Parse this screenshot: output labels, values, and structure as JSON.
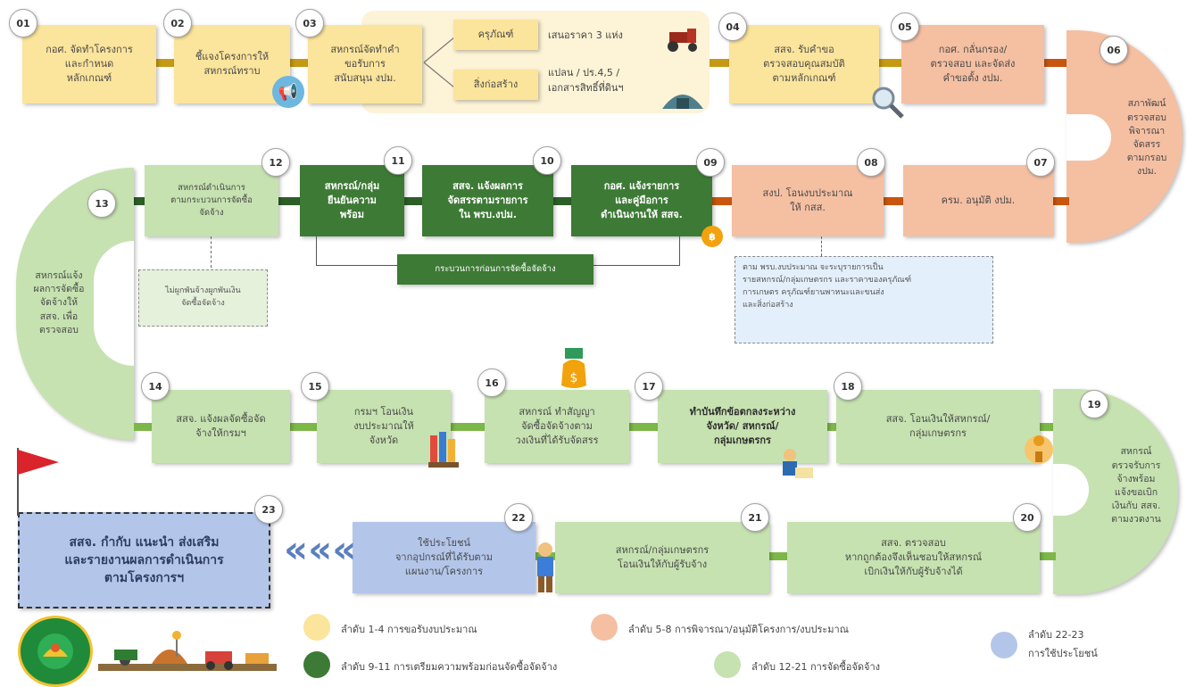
{
  "steps": {
    "s01": {
      "num": "01",
      "text": "กอศ. จัดทำโครงการ\nและกำหนด\nหลักเกณฑ์"
    },
    "s02": {
      "num": "02",
      "text": "ชี้แจงโครงการให้\nสหกรณ์ทราบ"
    },
    "s03": {
      "num": "03",
      "text": "สหกรณ์จัดทำคำ\nขอรับการ\nสนับสนุน งปม."
    },
    "s03a": {
      "text": "ครุภัณฑ์"
    },
    "s03a_note": {
      "text": "เสนอราคา 3 แห่ง"
    },
    "s03b": {
      "text": "สิ่งก่อสร้าง"
    },
    "s03b_note": {
      "text": "แปลน / ปร.4,5 /\nเอกสารสิทธิ์ที่ดินฯ"
    },
    "s04": {
      "num": "04",
      "text": "สสจ. รับคำขอ\nตรวจสอบคุณสมบัติ\nตามหลักเกณฑ์"
    },
    "s05": {
      "num": "05",
      "text": "กอศ. กลั่นกรอง/\nตรวจสอบ และจัดส่ง\nคำขอตั้ง งปม."
    },
    "s06": {
      "num": "06",
      "text": "สภาพัฒน์\nตรวจสอบ\nพิจารณา\nจัดสรร\nตามกรอบ\nงปม."
    },
    "s07": {
      "num": "07",
      "text": "ครม. อนุมัติ งปม."
    },
    "s08": {
      "num": "08",
      "text": "สงป. โอนงบประมาณ\nให้ กสส."
    },
    "s09": {
      "num": "09",
      "text": "กอศ. แจ้งรายการ\nและคู่มือการ\nดำเนินงานให้ สสจ."
    },
    "s10": {
      "num": "10",
      "text": "สสจ. แจ้งผลการ\nจัดสรรตามรายการ\nใน พรบ.งปม."
    },
    "s11": {
      "num": "11",
      "text": "สหกรณ์/กลุ่ม\nยืนยันความ\nพร้อม"
    },
    "s12": {
      "num": "12",
      "text": "สหกรณ์ดำเนินการ\nตามกระบวนการจัดซื้อ\nจัดจ้าง"
    },
    "s13": {
      "num": "13",
      "text": "สหกรณ์แจ้ง\nผลการจัดซื้อ\nจัดจ้างให้\nสสจ. เพื่อ\nตรวจสอบ"
    },
    "s14": {
      "num": "14",
      "text": "สสจ. แจ้งผลจัดซื้อจัด\nจ้างให้กรมฯ"
    },
    "s15": {
      "num": "15",
      "text": "กรมฯ โอนเงิน\nงบประมาณให้\nจังหวัด"
    },
    "s16": {
      "num": "16",
      "text": "สหกรณ์ ทำสัญญา\nจัดซื้อจัดจ้างตาม\nวงเงินที่ได้รับจัดสรร"
    },
    "s17": {
      "num": "17",
      "text": "ทำบันทึกข้อตกลงระหว่าง\nจังหวัด/ สหกรณ์/\nกลุ่มเกษตรกร"
    },
    "s18": {
      "num": "18",
      "text": "สสจ. โอนเงินให้สหกรณ์/\nกลุ่มเกษตรกร"
    },
    "s19": {
      "num": "19",
      "text": "สหกรณ์\nตรวจรับการ\nจ้างพร้อม\nแจ้งขอเบิก\nเงินกับ สสจ.\nตามงวดงาน"
    },
    "s20": {
      "num": "20",
      "text": "สสจ. ตรวจสอบ\nหากถูกต้องจึงเห็นชอบให้สหกรณ์\nเบิกเงินให้กับผู้รับจ้างได้"
    },
    "s21": {
      "num": "21",
      "text": "สหกรณ์/กลุ่มเกษตรกร\nโอนเงินให้กับผู้รับจ้าง"
    },
    "s22": {
      "num": "22",
      "text": "ใช้ประโยชน์\nจากอุปกรณ์ที่ได้รับตาม\nแผนงาน/โครงการ"
    },
    "s23": {
      "num": "23",
      "text": "สสจ. กำกับ  แนะนำ  ส่งเสริม\nและรายงานผลการดำเนินการ\nตามโครงการฯ"
    }
  },
  "notes": {
    "n12": "ไม่ผูกพันจ้างผูกพันเงิน\nจัดซื้อจัดจ้าง",
    "n08": "ตาม พรบ.งบประมาณ จะระบุรายการเป็น\nรายสหกรณ์/กลุ่มเกษตรกร และราคาของครุภัณฑ์\nการเกษตร ครุภัณฑ์ยานพาหนะและขนส่ง\nและสิ่งก่อสร้าง",
    "bracket": "กระบวนการก่อนการจัดซื้อจัดจ้าง"
  },
  "arrows": {
    "chevrons": "«««"
  },
  "legend": [
    {
      "color": "#fbe49b",
      "text": "ลำดับ 1-4 การขอรับงบประมาณ"
    },
    {
      "color": "#f5bfa2",
      "text": "ลำดับ 5-8 การพิจารณา/อนุมัติโครงการ/งบประมาณ"
    },
    {
      "color": "#b3c6ea",
      "text": "ลำดับ 22-23\nการใช้ประโยชน์"
    },
    {
      "color": "#3d7a35",
      "text": "ลำดับ 9-11 การเตรียมความพร้อมก่อนจัดซื้อจัดจ้าง"
    },
    {
      "color": "#c6e2b0",
      "text": "ลำดับ 12-21 การจัดซื้อจัดจ้าง"
    }
  ],
  "colors": {
    "yellow": "#fbe49b",
    "orange": "#f5bfa2",
    "green": "#c6e2b0",
    "dark_green": "#3d7a35",
    "blue": "#b3c6ea"
  },
  "icons": [
    "tractor-icon",
    "storage-building-icon",
    "megaphone-icon",
    "magnifier-icon",
    "money-bag-icon",
    "tools-icon",
    "farmer-icon",
    "flag-icon",
    "seal-logo-icon",
    "farm-scene-icon"
  ]
}
